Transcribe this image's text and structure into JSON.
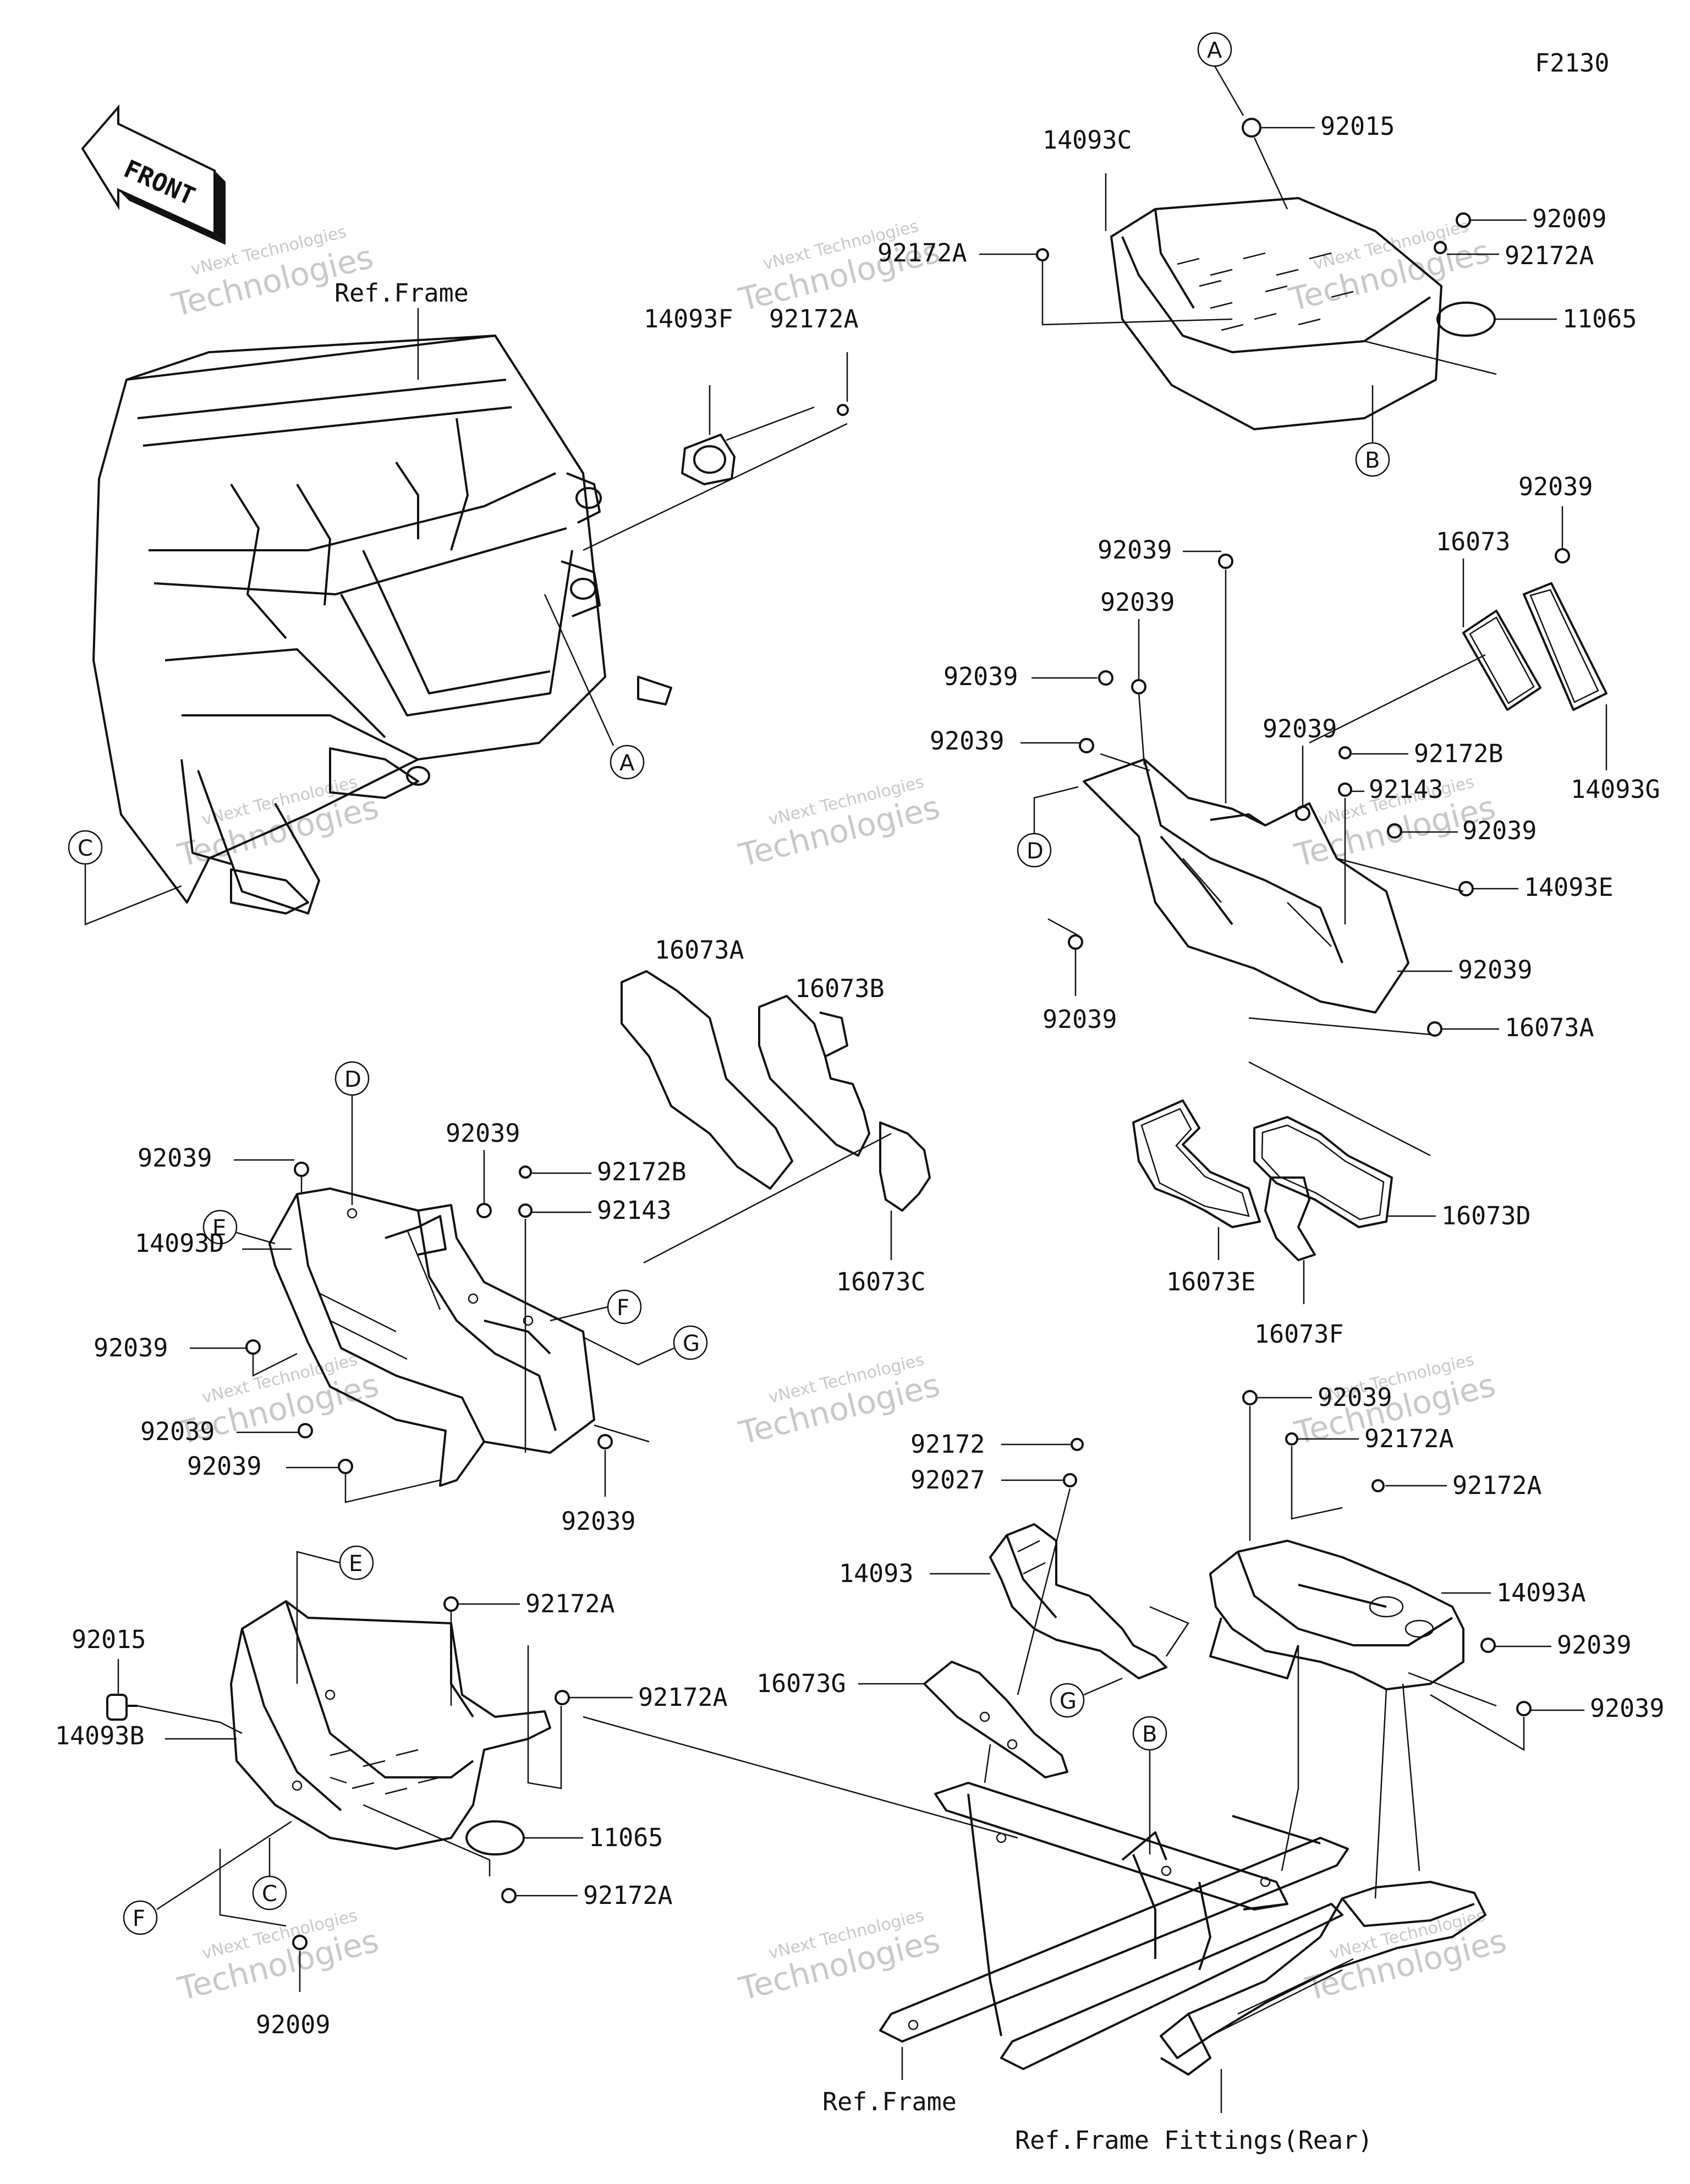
{
  "diagram_code": "F2130",
  "front_arrow_text": "FRONT",
  "reference_labels": {
    "frame_top": "Ref.Frame",
    "frame_bottom": "Ref.Frame",
    "frame_fittings": "Ref.Frame Fittings(Rear)"
  },
  "watermark": {
    "line1": "vNext Technologies",
    "line2": "Technologies"
  },
  "callouts": [
    "A",
    "A",
    "B",
    "B",
    "C",
    "C",
    "D",
    "D",
    "E",
    "E",
    "F",
    "F",
    "G",
    "G"
  ],
  "part_labels": [
    "92015",
    "14093C",
    "92009",
    "92172A",
    "92172A",
    "11065",
    "14093F",
    "92172A",
    "92039",
    "16073",
    "92039",
    "92039",
    "92039",
    "14093G",
    "92039",
    "92172B",
    "92143",
    "92039",
    "92039",
    "14093E",
    "92039",
    "92039",
    "16073A",
    "16073B",
    "16073C",
    "16073D",
    "16073E",
    "16073F",
    "92039",
    "92039",
    "92172B",
    "92143",
    "14093D",
    "92039",
    "92039",
    "92039",
    "92039",
    "92015",
    "14093B",
    "92172A",
    "92172A",
    "11065",
    "92172A",
    "92009",
    "92172",
    "92027",
    "14093",
    "16073G",
    "92039",
    "92172A",
    "92172A",
    "14093A",
    "92039",
    "92039"
  ]
}
